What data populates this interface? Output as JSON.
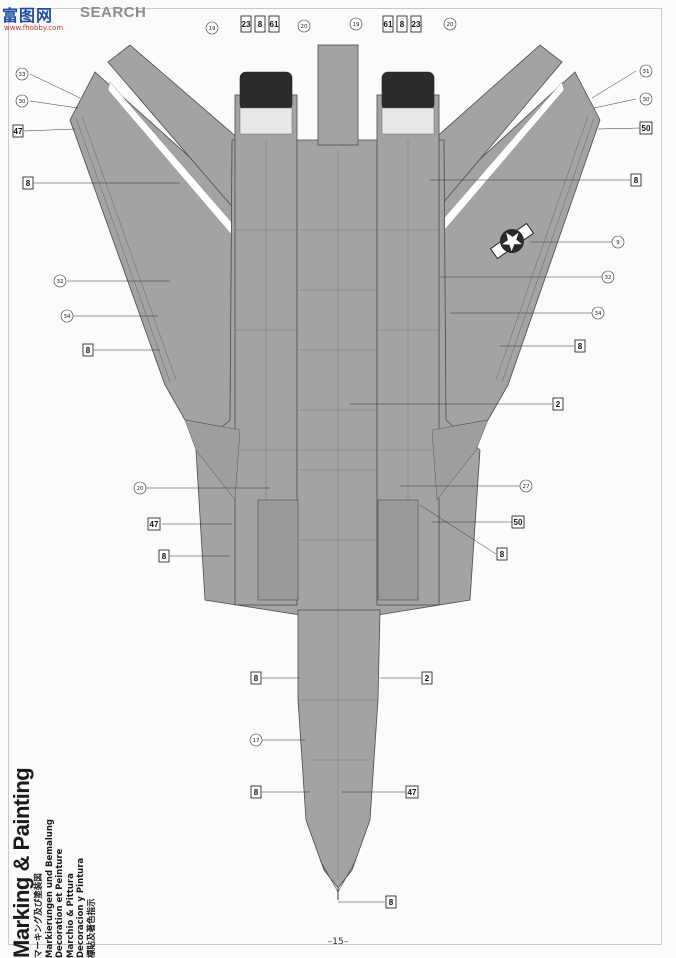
{
  "header": {
    "logo_cn": "富图网",
    "logo_search": "SEARCH",
    "logo_url": "www.fhobby.com"
  },
  "side_title": {
    "title": "Marking & Painting",
    "lines": [
      "マーキング及び塗装図",
      "Markierungen und Bemalung",
      "Decoration et Peinture",
      "Marchio & Pittura",
      "Decoracion y Pintura",
      "標貼及著色指示"
    ]
  },
  "page_number": "–15–",
  "callouts": {
    "left": [
      "33",
      "30",
      "47",
      "8",
      "32",
      "34",
      "8",
      "20",
      "47",
      "8",
      "8",
      "17",
      "8"
    ],
    "top": [
      "19",
      "23",
      "8",
      "61",
      "20",
      "19",
      "61",
      "8",
      "23",
      "20"
    ],
    "right": [
      "31",
      "30",
      "50",
      "8",
      "9",
      "32",
      "34",
      "8",
      "2",
      "27",
      "50",
      "8",
      "2",
      "47",
      "8"
    ]
  },
  "colors": {
    "paint": "#a3a3a1",
    "paint_dark": "#8f8f8d",
    "line": "#4a4a4a",
    "intake_dark": "#2b2b2b"
  }
}
